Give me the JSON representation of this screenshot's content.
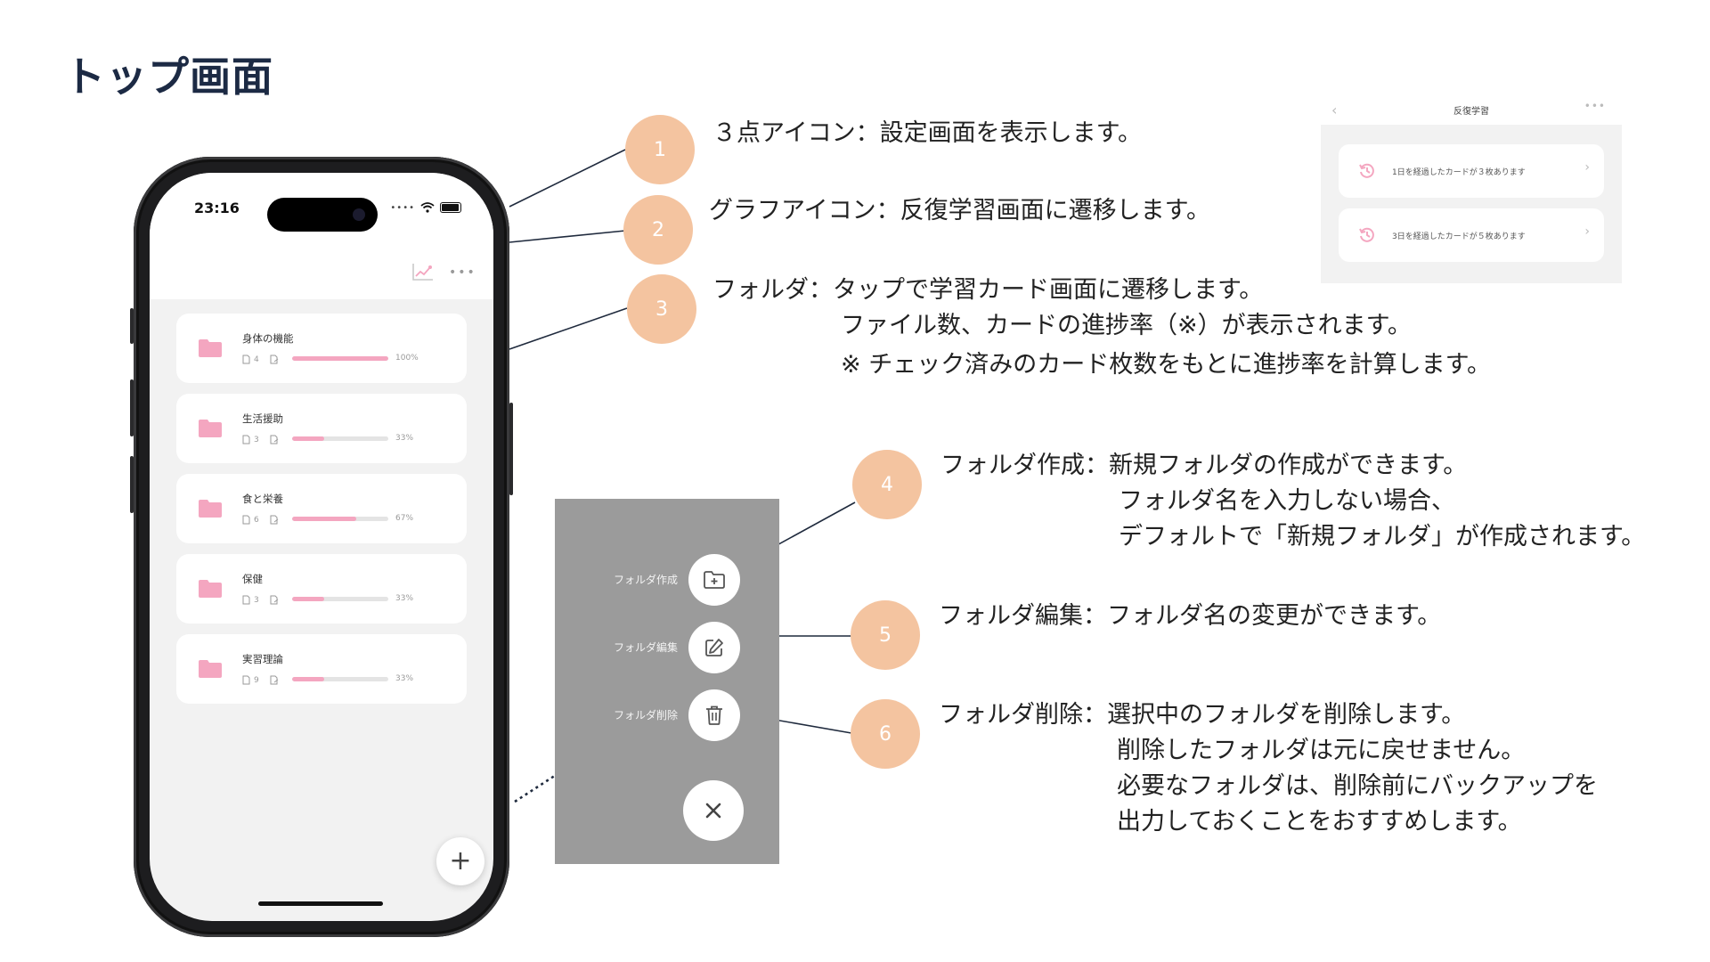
{
  "page_title": "トップ画面",
  "phone": {
    "time": "23:16",
    "folders": [
      {
        "name": "身体の機能",
        "file_count": "4",
        "progress": 1.0,
        "progress_label": "100%"
      },
      {
        "name": "生活援助",
        "file_count": "3",
        "progress": 0.33,
        "progress_label": "33%"
      },
      {
        "name": "食と栄養",
        "file_count": "6",
        "progress": 0.67,
        "progress_label": "67%"
      },
      {
        "name": "保健",
        "file_count": "3",
        "progress": 0.33,
        "progress_label": "33%"
      },
      {
        "name": "実習理論",
        "file_count": "9",
        "progress": 0.33,
        "progress_label": "33%"
      }
    ],
    "add_label": "+"
  },
  "menu": {
    "create_label": "フォルダ作成",
    "edit_label": "フォルダ編集",
    "delete_label": "フォルダ削除"
  },
  "thumbnail": {
    "title": "反復学習",
    "items": [
      {
        "text": "1日を経過したカードが３枚あります"
      },
      {
        "text": "3日を経過したカードが５枚あります"
      }
    ]
  },
  "callouts": [
    {
      "num": "1",
      "lines": [
        "３点アイコン：設定画面を表示します。"
      ]
    },
    {
      "num": "2",
      "lines": [
        "グラフアイコン：反復学習画面に遷移します。"
      ]
    },
    {
      "num": "3",
      "lines": [
        "フォルダ：タップで学習カード画面に遷移します。",
        "ファイル数、カードの進捗率（※）が表示されます。",
        "※ チェック済みのカード枚数をもとに進捗率を計算します。"
      ]
    },
    {
      "num": "4",
      "lines": [
        "フォルダ作成：新規フォルダの作成ができます。",
        "フォルダ名を入力しない場合、",
        "デフォルトで「新規フォルダ」が作成されます。"
      ]
    },
    {
      "num": "5",
      "lines": [
        "フォルダ編集：フォルダ名の変更ができます。"
      ]
    },
    {
      "num": "6",
      "lines": [
        "フォルダ削除：選択中のフォルダを削除します。",
        "削除したフォルダは元に戻せません。",
        "必要なフォルダは、削除前にバックアップを",
        "出力しておくことをおすすめします。"
      ]
    }
  ],
  "colors": {
    "accent_pink": "#f4a6c0",
    "badge_orange": "#f4c4a0",
    "title_navy": "#1c2a44",
    "menu_gray": "#9b9b9b"
  }
}
